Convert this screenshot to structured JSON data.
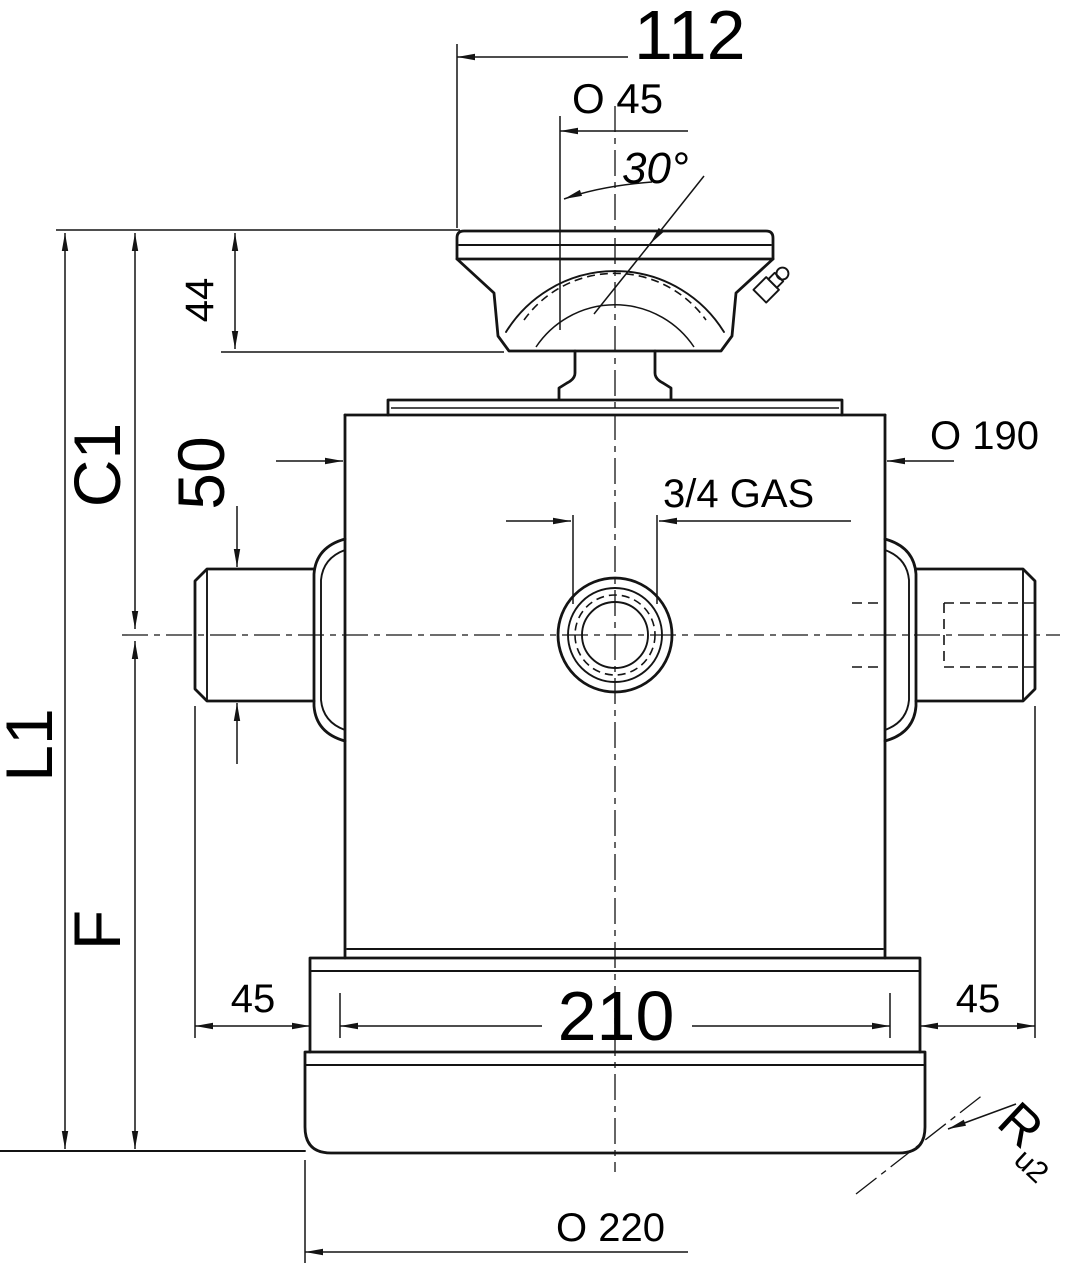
{
  "page": {
    "background": "#ffffff",
    "line_color": "#141414"
  },
  "drawing": {
    "type": "engineering-dimension-drawing",
    "labels": {
      "dim_112": "112",
      "dim_d45": "O 45",
      "dim_angle30": "30°",
      "dim_44": "44",
      "dim_C1": "C1",
      "dim_50": "50",
      "dim_L1": "L1",
      "dim_F": "F",
      "dim_d190": "O 190",
      "dim_port": "3/4 GAS",
      "dim_45_left": "45",
      "dim_210": "210",
      "dim_45_right": "45",
      "dim_d220": "O 220",
      "dim_R": "R",
      "dim_R_sub": "u2"
    }
  }
}
